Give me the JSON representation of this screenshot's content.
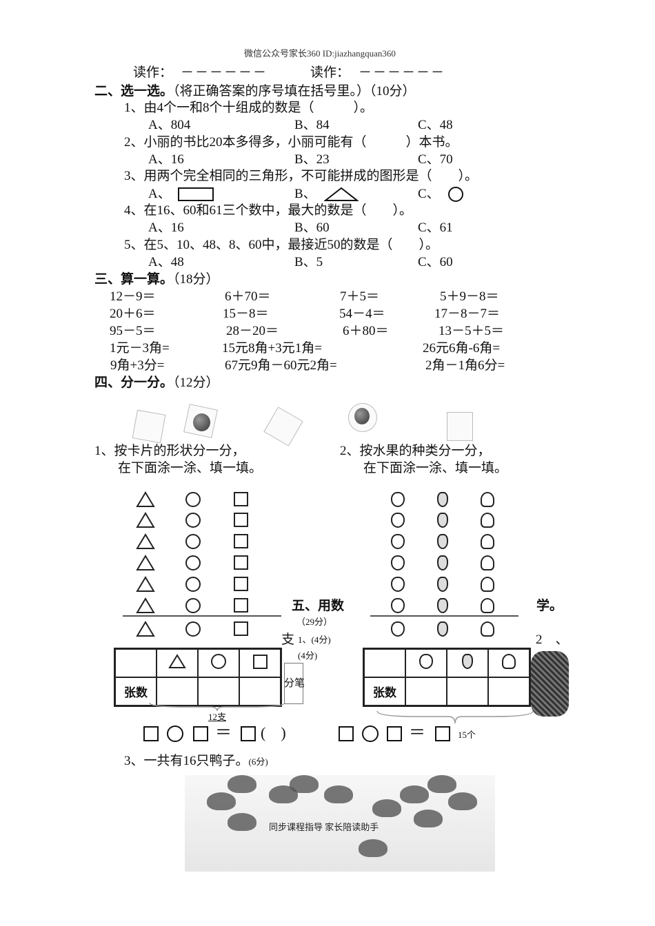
{
  "header": "微信公众号家长360 ID:jiazhangquan360",
  "read_line": {
    "label1": "读作：",
    "blank1": "－－－－－－",
    "label2": "读作：",
    "blank2": "－－－－－－"
  },
  "section2": {
    "title": "二、选一选。",
    "note": "（将正确答案的序号填在括号里。）（10分）",
    "questions": [
      {
        "q": "1、由4个一和8个十组成的数是（　　　）。",
        "a": "A、804",
        "b": "B、84",
        "c": "C、48"
      },
      {
        "q": "2、小丽的书比20本多得多，小丽可能有（　　　）本书。",
        "a": "A、16",
        "b": "B、23",
        "c": "C、70"
      },
      {
        "q": "3、用两个完全相同的三角形，不可能拼成的图形是（　　）。",
        "a": "A、",
        "b": "B、",
        "c": "C、"
      },
      {
        "q": "4、在16、60和61三个数中，最大的数是（　　）。",
        "a": "A、16",
        "b": "B、60",
        "c": "C、61"
      },
      {
        "q": "5、在5、10、48、8、60中，最接近50的数是（　　）。",
        "a": "A、48",
        "b": "B、5",
        "c": "C、60"
      }
    ]
  },
  "section3": {
    "title": "三、算一算。",
    "score": "（18分）",
    "rows": [
      [
        "12－9＝",
        "6＋70＝",
        "7＋5＝",
        "5＋9－8＝"
      ],
      [
        "20＋6＝",
        "15－8＝",
        "54－4＝",
        "17－8－7＝"
      ],
      [
        "95－5＝",
        "28－20＝",
        "6＋80＝",
        "13－5＋5＝"
      ],
      [
        "1元－3角=",
        "15元8角+3元1角=",
        "26元6角-6角="
      ],
      [
        "9角+3分=",
        "67元9角－60元2角=",
        "2角－1角6分="
      ]
    ]
  },
  "section4": {
    "title": "四、分一分。",
    "score": "（12分）",
    "task1": {
      "line1": "1、按卡片的形状分一分，",
      "line2": "在下面涂一涂、填一填。"
    },
    "task2": {
      "line1": "2、按水果的种类分一分，",
      "line2": "在下面涂一涂、填一填。"
    },
    "table_row_label": "张数",
    "shape_icons": [
      "triangle",
      "circle",
      "square"
    ],
    "fruit_icons": [
      "apple",
      "pear",
      "peach"
    ]
  },
  "section5": {
    "title_part1": "五、用数",
    "title_part2": "学。",
    "score": "（29分）",
    "q1": "1、(4分)",
    "q1_extra": "(4分)",
    "q1_image_text1": "支",
    "q1_image_text2": "分笔",
    "q2": "2　、",
    "brace1_label": "12支",
    "brace2_label": "15个",
    "eq1_op": "＝",
    "eq1_unit": "(　)",
    "eq2_op": "＝",
    "q3": "3、一共有16只鸭子。",
    "q3_score": "(6分)"
  },
  "footer": "同步课程指导 家长陪读助手"
}
